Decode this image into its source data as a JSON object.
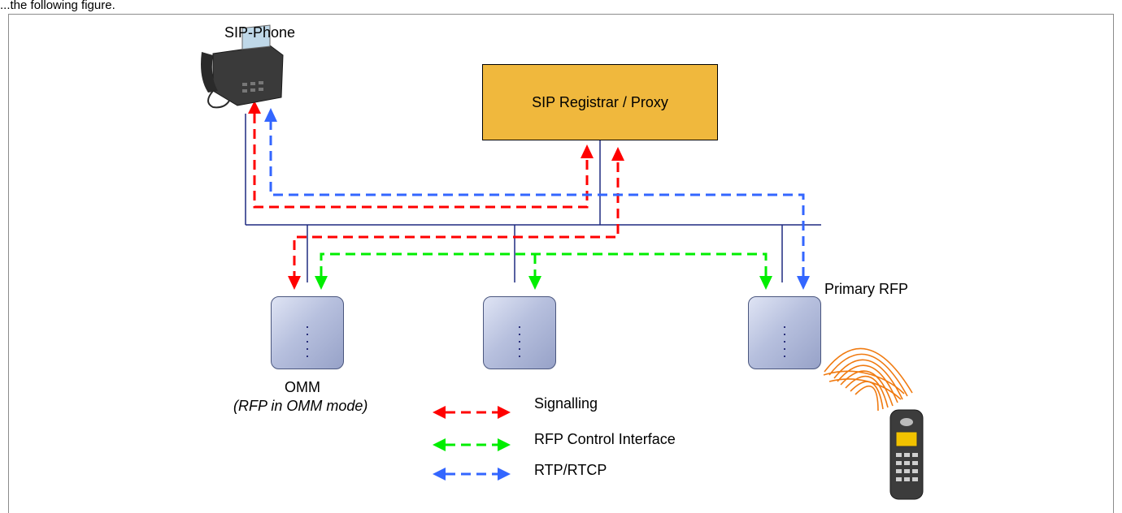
{
  "header": {
    "text": "...the following figure."
  },
  "nodes": {
    "sip_phone": "SIP-Phone",
    "registrar": "SIP Registrar / Proxy",
    "omm": "OMM",
    "omm_sub": "(RFP in OMM mode)",
    "primary_rfp": "Primary RFP"
  },
  "legend": [
    {
      "label": "Signalling",
      "color": "#ff0000"
    },
    {
      "label": "RFP Control Interface",
      "color": "#00ee00"
    },
    {
      "label": "RTP/RTCP",
      "color": "#3366ff"
    }
  ],
  "colors": {
    "network_line": "#1f2a80",
    "registrar_fill": "#f0b83d",
    "radio_waves": "#f07a10"
  },
  "icons": [
    "desk-phone-icon",
    "rfp-base-station-icon",
    "radio-waves-icon",
    "handset-icon"
  ]
}
